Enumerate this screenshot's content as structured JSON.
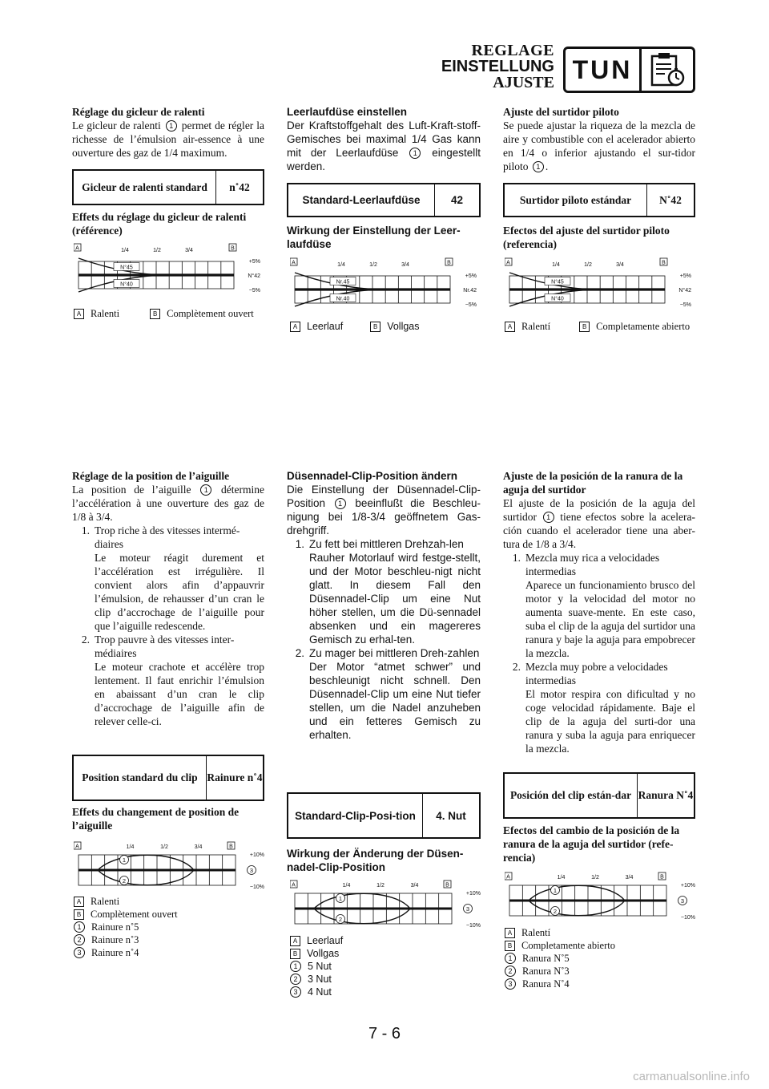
{
  "header": {
    "title_fr": "REGLAGE",
    "title_de": "EINSTELLUNG",
    "title_es": "AJUSTE",
    "section_code": "TUN",
    "section_icon": "clipboard-stopwatch-icon"
  },
  "fr": {
    "pilot_heading": "Réglage du gicleur de ralenti",
    "pilot_body_a": "Le gicleur de ralenti",
    "pilot_body_b": "permet de régler la richesse de l’émulsion air-essence à une ouverture des gaz de 1/4 maximum.",
    "pilot_spec_label": "Gicleur de ralenti standard",
    "pilot_spec_value": "n˚42",
    "pilot_effects_heading": "Effets du réglage du gicleur de ralenti (référence)",
    "pilot_legend_a": "Ralenti",
    "pilot_legend_b": "Complètement ouvert",
    "needle_heading": "Réglage de la position de l’aiguille",
    "needle_body_a": "La position de l’aiguille",
    "needle_body_b": "détermine l’accélération à une ouverture des gaz de 1/8 à 3/4.",
    "step1_title": "Trop riche à des vitesses intermé-diaires",
    "step1_body": "Le moteur réagit durement et l’accélération est irrégulière. Il convient alors afin d’appauvrir l’émulsion, de rehausser d’un cran le clip d’accrochage de l’aiguille pour que l’aiguille redescende.",
    "step2_title": "Trop pauvre à des vitesses inter-médiaires",
    "step2_body": "Le moteur crachote et accélère trop lentement. Il faut enrichir l’émulsion en abaissant d’un cran le clip d’accrochage de l’aiguille afin de relever celle-ci.",
    "clip_spec_label": "Position standard du clip",
    "clip_spec_value": "Rainure n˚4",
    "clip_effects_heading": "Effets du changement de position de l’aiguille",
    "clip_legend_a": "Ralenti",
    "clip_legend_b": "Complètement ouvert",
    "clip_legend_1": "Rainure n˚5",
    "clip_legend_2": "Rainure n˚3",
    "clip_legend_3": "Rainure n˚4"
  },
  "de": {
    "pilot_heading": "Leerlaufdüse einstellen",
    "pilot_body_a": "Der Kraftstoffgehalt des Luft-Kraft-stoff-Gemisches bei maximal 1/4 Gas kann mit der Leerlaufdüse",
    "pilot_body_b": "eingestellt werden.",
    "pilot_spec_label": "Standard-Leerlaufdüse",
    "pilot_spec_value": "42",
    "pilot_effects_heading": "Wirkung der Einstellung der Leer-laufdüse",
    "pilot_legend_a": "Leerlauf",
    "pilot_legend_b": "Vollgas",
    "needle_heading": "Düsennadel-Clip-Position ändern",
    "needle_body_a": "Die Einstellung der Düsennadel-Clip-Position",
    "needle_body_b": "beeinflußt die Beschleu-nigung bei 1/8-3/4 geöffnetem Gas-drehgriff.",
    "step1_title": "Zu fett bei mittleren Drehzah-len",
    "step1_body": "Rauher Motorlauf wird festge-stellt, und der Motor beschleu-nigt nicht glatt. In diesem Fall den Düsennadel-Clip um eine Nut höher stellen, um die Dü-sennadel absenken und ein magereres Gemisch zu erhal-ten.",
    "step2_title": "Zu mager bei mittleren Dreh-zahlen",
    "step2_body": "Der Motor “atmet schwer” und beschleunigt nicht schnell. Den Düsennadel-Clip um eine Nut tiefer stellen, um die Nadel anzuheben und ein fetteres Gemisch zu erhalten.",
    "clip_spec_label": "Standard-Clip-Posi-tion",
    "clip_spec_value": "4. Nut",
    "clip_effects_heading": "Wirkung der Änderung der Düsen-nadel-Clip-Position",
    "clip_legend_a": "Leerlauf",
    "clip_legend_b": "Vollgas",
    "clip_legend_1": "5 Nut",
    "clip_legend_2": "3 Nut",
    "clip_legend_3": "4 Nut"
  },
  "es": {
    "pilot_heading": "Ajuste del surtidor piloto",
    "pilot_body_a": "Se puede ajustar la riqueza de la mezcla de aire y combustible con el acelerador abierto en 1/4 o inferior ajustando el sur-tidor piloto",
    "pilot_body_b": ".",
    "pilot_spec_label": "Surtidor piloto estándar",
    "pilot_spec_value": "N˚42",
    "pilot_effects_heading": "Efectos del ajuste del surtidor piloto (referencia)",
    "pilot_legend_a": "Ralentí",
    "pilot_legend_b": "Completamente abierto",
    "needle_heading": "Ajuste de la posición de la ranura de la aguja del surtidor",
    "needle_body_a": "El ajuste de la posición de la aguja del surtidor",
    "needle_body_b": "tiene efectos sobre la acelera-ción cuando el acelerador tiene una aber-tura de 1/8 a 3/4.",
    "step1_title": "Mezcla muy rica a velocidades intermedias",
    "step1_body": "Aparece un funcionamiento brusco del motor y la velocidad del motor no aumenta suave-mente. En este caso, suba el clip de la aguja del surtidor una ranura y baje la aguja para empobrecer la mezcla.",
    "step2_title": "Mezcla muy pobre a velocidades intermedias",
    "step2_body": "El motor respira con dificultad y no coge velocidad rápidamente. Baje el clip de la aguja del surti-dor una ranura y suba la aguja para enriquecer la mezcla.",
    "clip_spec_label": "Posición del clip están-dar",
    "clip_spec_value": "Ranura N˚4",
    "clip_effects_heading": "Efectos del cambio de la posición de la ranura de la aguja del surtidor (refe-rencia)",
    "clip_legend_a": "Ralentí",
    "clip_legend_b": "Completamente abierto",
    "clip_legend_1": "Ranura N˚5",
    "clip_legend_2": "Ranura N˚3",
    "clip_legend_3": "Ranura N˚4"
  },
  "common": {
    "marker_a": "A",
    "marker_b": "B",
    "num_1": "1",
    "num_2": "2",
    "num_3": "3",
    "step_1": "1.",
    "step_2": "2.",
    "throttle_ticks": [
      "1/4",
      "1/2",
      "3/4"
    ],
    "pilot_plus": "+5%",
    "pilot_minus": "−5%",
    "clip_plus": "+10%",
    "clip_minus": "−10%",
    "pilot_fr_es_rich": "N°45",
    "pilot_fr_es_std": "N°42",
    "pilot_fr_es_lean": "N°40",
    "pilot_de_rich": "Nr.45",
    "pilot_de_std": "Nr.42",
    "pilot_de_lean": "Nr.40"
  },
  "page_number": "7 - 6",
  "watermark": "carmanualsonline.info"
}
